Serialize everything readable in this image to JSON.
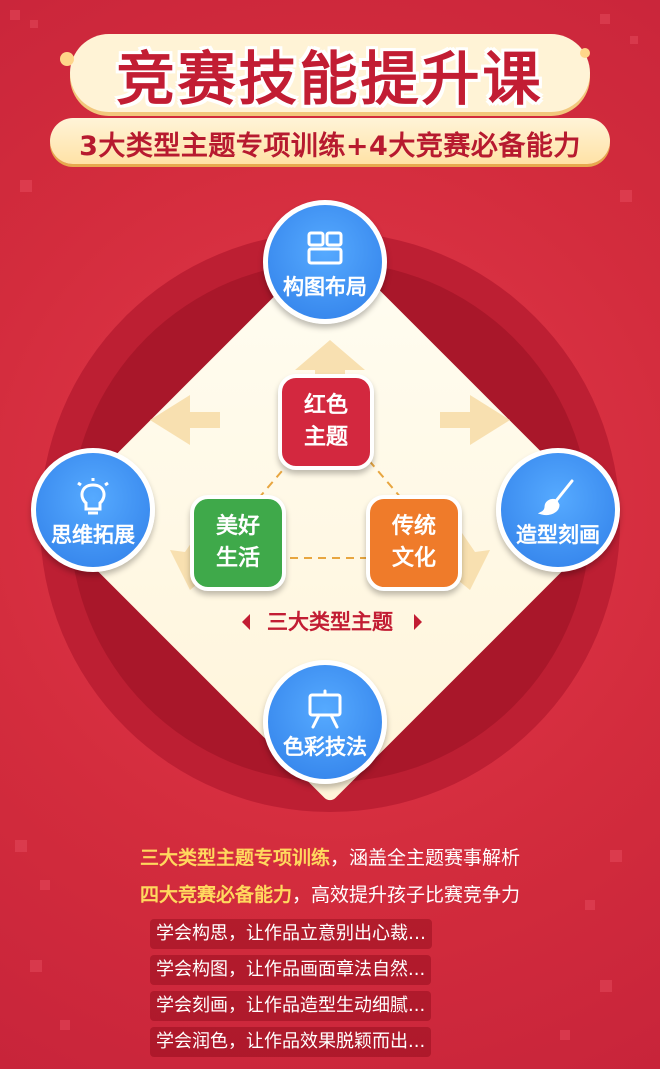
{
  "header": {
    "title": "竞赛技能提升课",
    "subtitle": "3大类型主题专项训练+4大竞赛必备能力"
  },
  "abilities": [
    {
      "id": "composition",
      "label": "构图布局",
      "icon": "layout-icon"
    },
    {
      "id": "thinking",
      "label": "思维拓展",
      "icon": "lightbulb-icon"
    },
    {
      "id": "modeling",
      "label": "造型刻画",
      "icon": "brush-icon"
    },
    {
      "id": "color",
      "label": "色彩技法",
      "icon": "easel-icon"
    }
  ],
  "themes": [
    {
      "id": "red",
      "line1": "红色",
      "line2": "主题",
      "color": "#d3283f"
    },
    {
      "id": "life",
      "line1": "美好",
      "line2": "生活",
      "color": "#3fa94a"
    },
    {
      "id": "culture",
      "line1": "传统",
      "line2": "文化",
      "color": "#ef7b2a"
    }
  ],
  "themes_tag": "三大类型主题",
  "summary": {
    "line1_highlight": "三大类型主题专项训练",
    "line1_rest": "，涵盖全主题赛事解析",
    "line2_highlight": "四大竞赛必备能力",
    "line2_rest": "，高效提升孩子比赛竞争力",
    "items": [
      "学会构思，让作品立意别出心裁…",
      "学会构图，让作品画面章法自然...",
      "学会刻画，让作品造型生动细腻...",
      "学会润色，让作品效果脱颖而出..."
    ]
  },
  "colors": {
    "background": "#d52d3e",
    "accent_blue": "#2f7ee8",
    "highlight_yellow": "#ffd85e",
    "title_red": "#c21d33"
  }
}
